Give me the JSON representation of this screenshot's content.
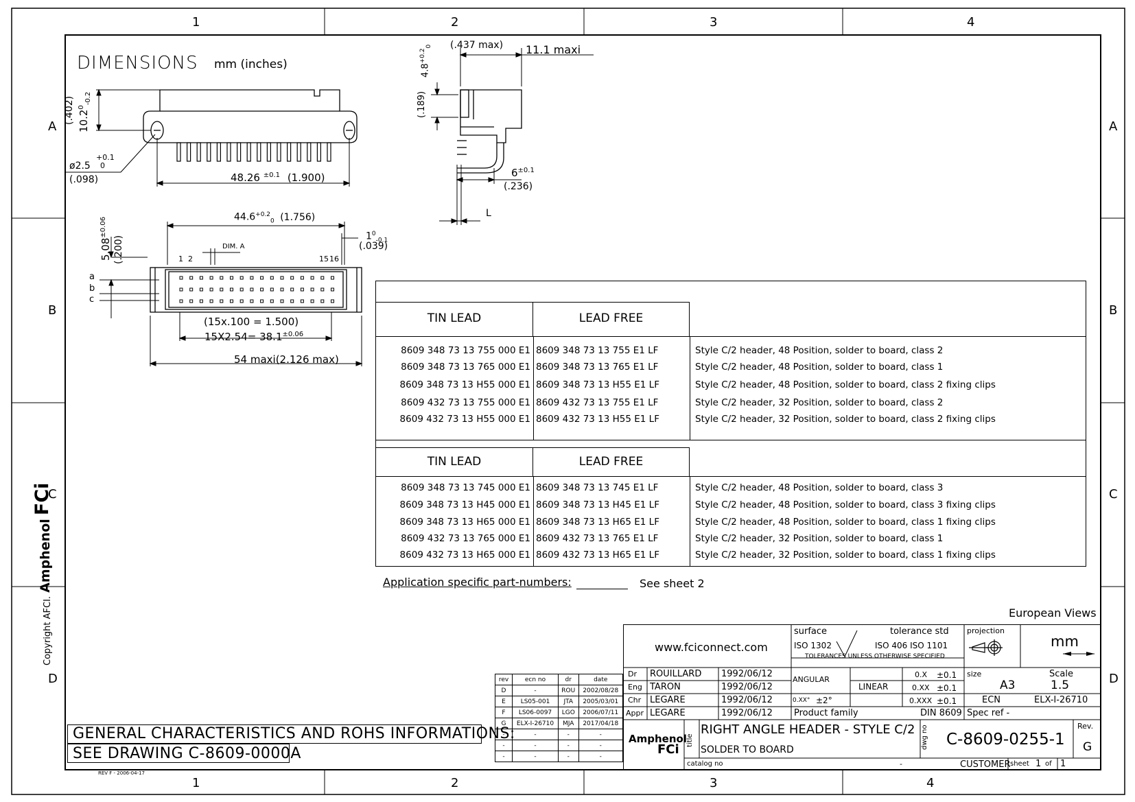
{
  "frame": {
    "columns_top": [
      "1",
      "2",
      "3",
      "4"
    ],
    "columns_bottom": [
      "1",
      "2",
      "3",
      "4"
    ],
    "rows_left": [
      "A",
      "B",
      "C",
      "D"
    ],
    "rows_right": [
      "A",
      "B",
      "C",
      "D"
    ]
  },
  "side_logo": {
    "copyright": "Copyright AFCI.",
    "brand": "Amphenol",
    "sub": "FCi"
  },
  "header": {
    "title": "DIMENSIONS",
    "units": "mm (inches)"
  },
  "dims": {
    "h102": "10.2",
    "h102_tol_top": "0",
    "h102_tol_bot": "-0.2",
    "h102_in": "(.402)",
    "hole": "ø2.5",
    "hole_tol_top": "+0.1",
    "hole_tol_bot": "0",
    "hole_in": "(.098)",
    "w4826": "48.26",
    "w4826_tol": "±0.1",
    "w4826_in": "(1.900)",
    "w446": "44.6",
    "w446_tol_top": "+0.2",
    "w446_tol_bot": "0",
    "w446_in": "(1.756)",
    "d1": "1",
    "d1_tol_top": "0",
    "d1_tol_bot": "-0.1",
    "d1_in": "(.039)",
    "h508": "5.08",
    "h508_tol": "±0.06",
    "h508_in": "(.200)",
    "dim_a": "DIM. A",
    "pin_labels": [
      "1",
      "2",
      "15",
      "16"
    ],
    "row_letters": [
      "a",
      "b",
      "c"
    ],
    "pitch_in": "(15x.100 = 1.500)",
    "pitch_mm": "15X2.54= 38.1",
    "pitch_tol": "±0.06",
    "w54": "54 maxi",
    "w54_in": "(2.126 max)",
    "side_max_in": "(.437 max)",
    "side_max": "11.1 maxi",
    "h48": "4.8",
    "h48_tol_top": "+0.2",
    "h48_tol_bot": "0",
    "h48_in": "(.189)",
    "d6": "6",
    "d6_tol": "±0.1",
    "d6_in": "(.236)",
    "len_label": "L"
  },
  "parts_table": {
    "group1": {
      "col_tin": "TIN LEAD",
      "col_free": "LEAD FREE",
      "rows": [
        {
          "tin": "8609 348 73 13 755 000 E1",
          "free": "8609 348 73 13 755 E1 LF",
          "desc": "Style C/2 header, 48 Position, solder to board, class 2"
        },
        {
          "tin": "8609 348 73 13 765 000 E1",
          "free": "8609 348 73 13 765 E1 LF",
          "desc": "Style C/2 header, 48 Position, solder to board, class 1"
        },
        {
          "tin": "8609 348 73 13 H55 000 E1",
          "free": "8609 348 73 13 H55 E1 LF",
          "desc": "Style C/2 header, 48 Position, solder to board, class 2 fixing clips"
        },
        {
          "tin": "8609 432 73 13 755 000 E1",
          "free": "8609 432 73 13 755 E1 LF",
          "desc": "Style C/2 header, 32 Position, solder to board, class 2"
        },
        {
          "tin": "8609 432 73 13 H55 000 E1",
          "free": "8609 432 73 13 H55 E1 LF",
          "desc": "Style C/2 header, 32 Position, solder to board, class 2 fixing clips"
        }
      ]
    },
    "group2": {
      "col_tin": "TIN LEAD",
      "col_free": "LEAD FREE",
      "rows": [
        {
          "tin": "8609 348 73 13 745 000 E1",
          "free": "8609 348 73 13 745 E1 LF",
          "desc": "Style C/2 header, 48 Position, solder to board, class 3"
        },
        {
          "tin": "8609 348 73 13 H45 000 E1",
          "free": "8609 348 73 13 H45 E1 LF",
          "desc": "Style C/2 header, 48 Position, solder to board, class 3 fixing clips"
        },
        {
          "tin": "8609 348 73 13 H65 000 E1",
          "free": "8609 348 73 13 H65 E1 LF",
          "desc": "Style C/2 header, 48 Position, solder to board, class 1 fixing clips"
        },
        {
          "tin": "8609 432 73 13 765 000 E1",
          "free": "8609 432 73 13 765 E1 LF",
          "desc": "Style C/2 header, 32 Position, solder to board, class 1"
        },
        {
          "tin": "8609 432 73 13 H65 000 E1",
          "free": "8609 432 73 13 H65 E1 LF",
          "desc": "Style C/2 header, 32 Position, solder to board, class 1 fixing clips"
        }
      ]
    }
  },
  "app_note": {
    "label": "Application specific part-numbers:",
    "value": "See sheet 2"
  },
  "european_views": "European Views",
  "general": {
    "line1": "GENERAL CHARACTERISTICS AND ROHS INFORMATIONS:",
    "line2": "SEE DRAWING C-8609-0000A"
  },
  "rev_footnote": "REV F - 2006-04-17",
  "revisions": {
    "headers": [
      "rev",
      "ecn no",
      "dr",
      "date"
    ],
    "rows": [
      [
        "D",
        "-",
        "ROU",
        "2002/08/28"
      ],
      [
        "E",
        "LS05-001",
        "JTA",
        "2005/03/01"
      ],
      [
        "F",
        "LS06-0097",
        "LGO",
        "2006/07/11"
      ],
      [
        "G",
        "ELX-I-26710",
        "MJA",
        "2017/04/18"
      ],
      [
        "-",
        "-",
        "-",
        "-"
      ],
      [
        "-",
        "-",
        "-",
        "-"
      ],
      [
        "-",
        "-",
        "-",
        "-"
      ]
    ]
  },
  "title_block": {
    "website": "www.fciconnect.com",
    "surface_label": "surface",
    "surface_iso": "ISO 1302",
    "tolerance_label": "tolerance std",
    "tolerance_iso": "ISO 406  ISO 1101",
    "tolerance_note": "TOLERANCES UNLESS OTHERWISE SPECIFIED",
    "projection_label": "projection",
    "units": "mm",
    "people": [
      {
        "role": "Dr",
        "name": "ROUILLARD",
        "date": "1992/06/12"
      },
      {
        "role": "Eng",
        "name": "TARON",
        "date": "1992/06/12"
      },
      {
        "role": "Chr",
        "name": "LEGARE",
        "date": "1992/06/12"
      },
      {
        "role": "Appr",
        "name": "LEGARE",
        "date": "1992/06/12"
      }
    ],
    "angular": "ANGULAR",
    "angular_x": "0.XX°",
    "angular_tol": "±2°",
    "linear": "LINEAR",
    "linear_rows": [
      [
        "0.X",
        "±0.1"
      ],
      [
        "0.XX",
        "±0.1"
      ],
      [
        "0.XXX",
        "±0.1"
      ]
    ],
    "size_label": "size",
    "size": "A3",
    "scale_label": "Scale",
    "scale": "1.5",
    "ecn_label": "ECN",
    "ecn": "ELX-I-26710",
    "product_family_label": "Product family",
    "product_family": "DIN 8609",
    "spec_ref": "Spec ref  -",
    "brand": "Amphenol",
    "brand_sub": "FCi",
    "title_label": "title",
    "title": "RIGHT ANGLE HEADER - STYLE C/2",
    "subtitle": "SOLDER TO BOARD",
    "catalog_label": "catalog no",
    "catalog_value": "-",
    "dwg_label": "dwg no",
    "dwg_no": "C-8609-0255-1",
    "rev_label": "Rev.",
    "rev": "G",
    "customer": "CUSTOMER",
    "sheet_label": "sheet",
    "sheet_no": "1",
    "sheet_of": "of",
    "sheet_total": "1"
  }
}
